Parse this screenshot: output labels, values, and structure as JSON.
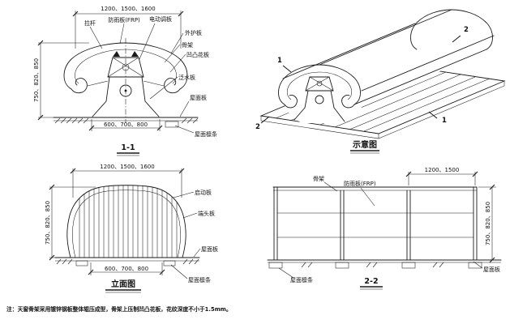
{
  "views": {
    "section11": {
      "title": "1-1",
      "dim_top": "1200、1500、1600",
      "dim_left": "750、820、850",
      "dim_bottom": "600、700、800",
      "labels": {
        "tie_rod": "拉杆",
        "rain_shield": "防雨板(FRP)",
        "electric_panel": "电动调板",
        "outer_guard": "外护板",
        "frame": "骨架",
        "embossed_plate": "凹凸花板",
        "flashing": "泛水板",
        "roof_panel": "屋面板",
        "roof_purlin": "屋面檩条"
      }
    },
    "schematic": {
      "title": "示意图",
      "marker_1_top": "1",
      "marker_2_top": "2",
      "marker_2_bottom": "2",
      "marker_1_bottom": "1"
    },
    "elevation": {
      "title": "立面图",
      "dim_top": "1200、1500、1600",
      "dim_left": "750、820、850",
      "dim_bottom": "600、700、800",
      "labels": {
        "movable_panel": "启动板",
        "end_panel": "端头板",
        "roof_panel": "屋面板",
        "roof_purlin": "屋面檩条"
      }
    },
    "section22": {
      "title": "2-2",
      "dim_top": "1200、1500",
      "dim_right": "750、820、850",
      "labels": {
        "frame": "骨架",
        "rain_shield": "防雨板(FRP)",
        "roof_purlin": "屋面檩条",
        "roof_panel": "屋面板"
      }
    }
  },
  "note": "注：天窗骨架采用镀锌钢板整体辊压成型，骨架上压制凹凸花板，花纹深度不小于1.5mm。",
  "colors": {
    "ink": "#1a1a1a",
    "paper": "#ffffff"
  }
}
